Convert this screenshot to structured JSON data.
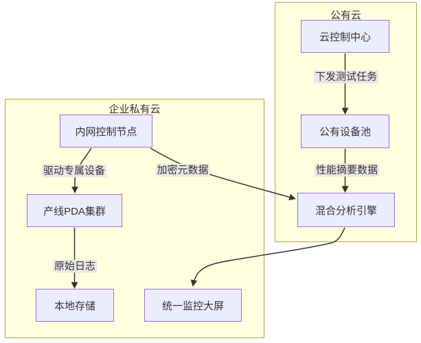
{
  "diagram": {
    "type": "flowchart",
    "clusters": {
      "public_cloud": {
        "title": "公有云"
      },
      "private_cloud": {
        "title": "企业私有云"
      }
    },
    "nodes": {
      "cloud_control": {
        "label": "云控制中心"
      },
      "public_pool": {
        "label": "公有设备池"
      },
      "hybrid_engine": {
        "label": "混合分析引擎"
      },
      "intranet_node": {
        "label": "内网控制节点"
      },
      "pda_cluster": {
        "label": "产线PDA集群"
      },
      "local_storage": {
        "label": "本地存储"
      },
      "monitor_screen": {
        "label": "统一监控大屏"
      }
    },
    "edges": {
      "dispatch": {
        "label": "下发测试任务"
      },
      "perf": {
        "label": "性能摘要数据"
      },
      "drive": {
        "label": "驱动专属设备"
      },
      "encrypted": {
        "label": "加密元数据"
      },
      "rawlog": {
        "label": "原始日志"
      }
    },
    "connections": [
      {
        "from": "云控制中心",
        "to": "公有设备池",
        "label": "下发测试任务"
      },
      {
        "from": "公有设备池",
        "to": "混合分析引擎",
        "label": "性能摘要数据"
      },
      {
        "from": "内网控制节点",
        "to": "产线PDA集群",
        "label": "驱动专属设备"
      },
      {
        "from": "内网控制节点",
        "to": "混合分析引擎",
        "label": "加密元数据"
      },
      {
        "from": "产线PDA集群",
        "to": "本地存储",
        "label": "原始日志"
      },
      {
        "from": "混合分析引擎",
        "to": "统一监控大屏",
        "label": ""
      }
    ],
    "colors": {
      "node_fill": "#ececff",
      "node_border": "#9370db",
      "cluster_fill": "#ffffde",
      "cluster_border": "#aaaa33",
      "edge_stroke": "#333333",
      "edge_label_bg": "#e8e8e8",
      "text": "#333333",
      "background": "#ffffff"
    }
  }
}
